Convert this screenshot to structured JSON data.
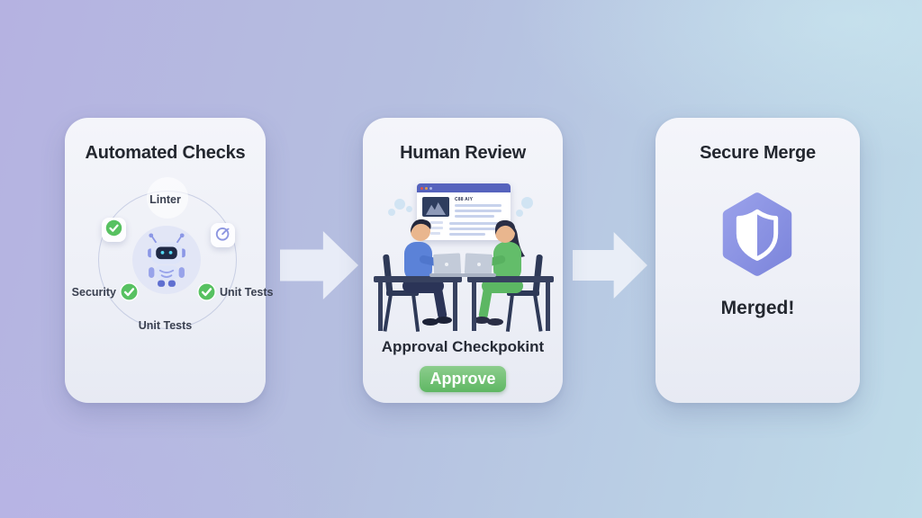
{
  "stages": [
    {
      "title": "Automated Checks",
      "checks": {
        "top_label": "Linter",
        "left_label": "Security",
        "right_label": "Unit Tests",
        "bottom_label": "Unit Tests"
      },
      "icons": [
        "check-circle-icon",
        "gauge-icon",
        "robot-icon"
      ]
    },
    {
      "title": "Human Review",
      "screen_heading": "C88 AIY",
      "caption": "Approval Checkpokint",
      "approve_button": "Approve",
      "icons": [
        "browser-window-icon",
        "thought-bubble-icon",
        "reviewers-illustration"
      ]
    },
    {
      "title": "Secure Merge",
      "status": "Merged!",
      "icons": [
        "shield-hexagon-icon"
      ]
    }
  ],
  "flow": {
    "arrows": [
      "arrow-right-icon",
      "arrow-right-icon"
    ]
  },
  "colors": {
    "check_green": "#57c161",
    "button_green_top": "#8ccd8d",
    "button_green_bottom": "#5fb763",
    "hexagon_purple": "#8a92e0",
    "browser_bar_blue": "#5663bd",
    "shirt_blue": "#5b82d8",
    "outfit_green": "#63bd6a",
    "background_lavender": "#b5b2e1",
    "background_cyan": "#bfdce9",
    "card_bg": "#eef0f7"
  }
}
